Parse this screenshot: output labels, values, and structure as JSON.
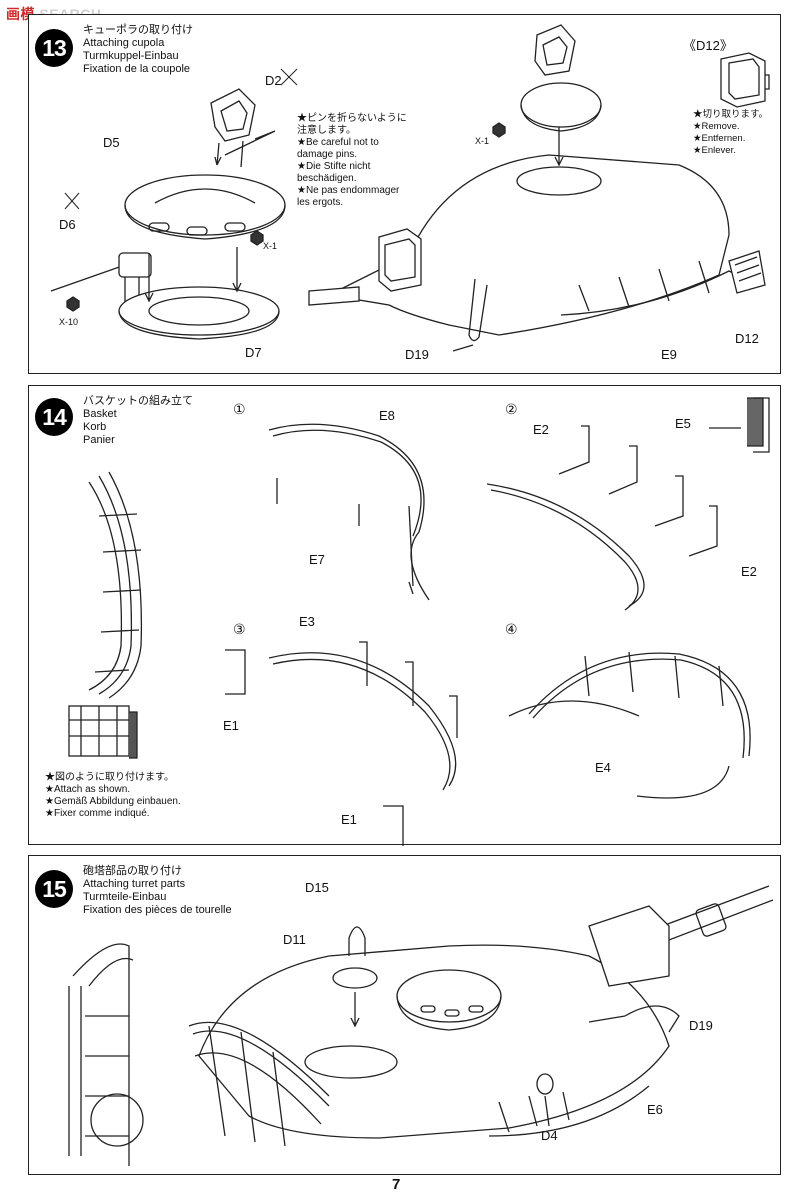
{
  "watermark": {
    "prefix": "画",
    "mid": "模",
    "text": "SEARCH"
  },
  "page_number": "7",
  "step13": {
    "number": "13",
    "title_jp": "キューポラの取り付け",
    "title_en": "Attaching cupola",
    "title_de": "Turmkuppel-Einbau",
    "title_fr": "Fixation de la coupole",
    "note": [
      "★ピンを折らないように",
      "注意します。",
      "★Be careful not to",
      "damage pins.",
      "★Die Stifte nicht",
      "beschädigen.",
      "★Ne pas endommager",
      "les ergots."
    ],
    "d12_ref": "《D12》",
    "d12_note": [
      "★切り取ります。",
      "★Remove.",
      "★Entfernen.",
      "★Enlever."
    ],
    "labels": {
      "d2": "D2",
      "d5": "D5",
      "d6": "D6",
      "d7": "D7",
      "x1a": "X-1",
      "x10": "X-10",
      "x1b": "X-1",
      "d19": "D19",
      "e9": "E9",
      "d12": "D12"
    }
  },
  "step14": {
    "number": "14",
    "title_jp": "バスケットの組み立て",
    "title_en": "Basket",
    "title_de": "Korb",
    "title_fr": "Panier",
    "note": [
      "★図のように取り付けます。",
      "★Attach as shown.",
      "★Gemäß Abbildung einbauen.",
      "★Fixer comme indiqué."
    ],
    "substeps": [
      "①",
      "②",
      "③",
      "④"
    ],
    "labels": {
      "e8": "E8",
      "e7": "E7",
      "e2a": "E2",
      "e5": "E5",
      "e2b": "E2",
      "e3": "E3",
      "e1a": "E1",
      "e1b": "E1",
      "e4": "E4"
    }
  },
  "step15": {
    "number": "15",
    "title_jp": "砲塔部品の取り付け",
    "title_en": "Attaching turret parts",
    "title_de": "Turmteile-Einbau",
    "title_fr": "Fixation des pièces de tourelle",
    "labels": {
      "d15": "D15",
      "d11": "D11",
      "d19": "D19",
      "e6": "E6",
      "d4": "D4"
    }
  }
}
